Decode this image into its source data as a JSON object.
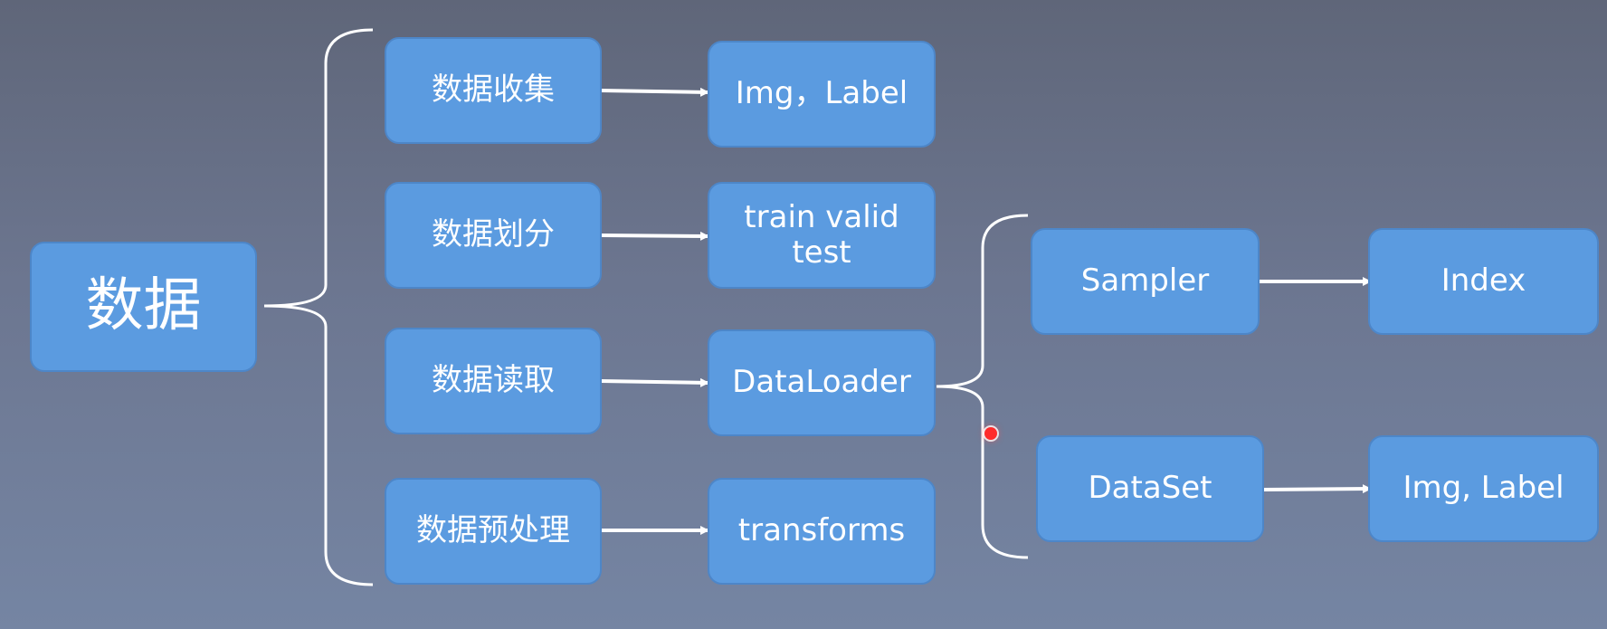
{
  "diagram": {
    "root": "数据",
    "steps": [
      "数据收集",
      "数据划分",
      "数据读取",
      "数据预处理"
    ],
    "outputs": [
      "Img，Label",
      "train valid\ntest",
      "DataLoader",
      "transforms"
    ],
    "dataloader_parts": [
      "Sampler",
      "DataSet"
    ],
    "dataloader_outputs": [
      "Index",
      "Img, Label"
    ]
  },
  "colors": {
    "box_fill": "#5b9be0",
    "box_border": "#4d86c8",
    "text": "#ffffff",
    "line": "#ffffff",
    "cursor": "#ff2b2b"
  }
}
